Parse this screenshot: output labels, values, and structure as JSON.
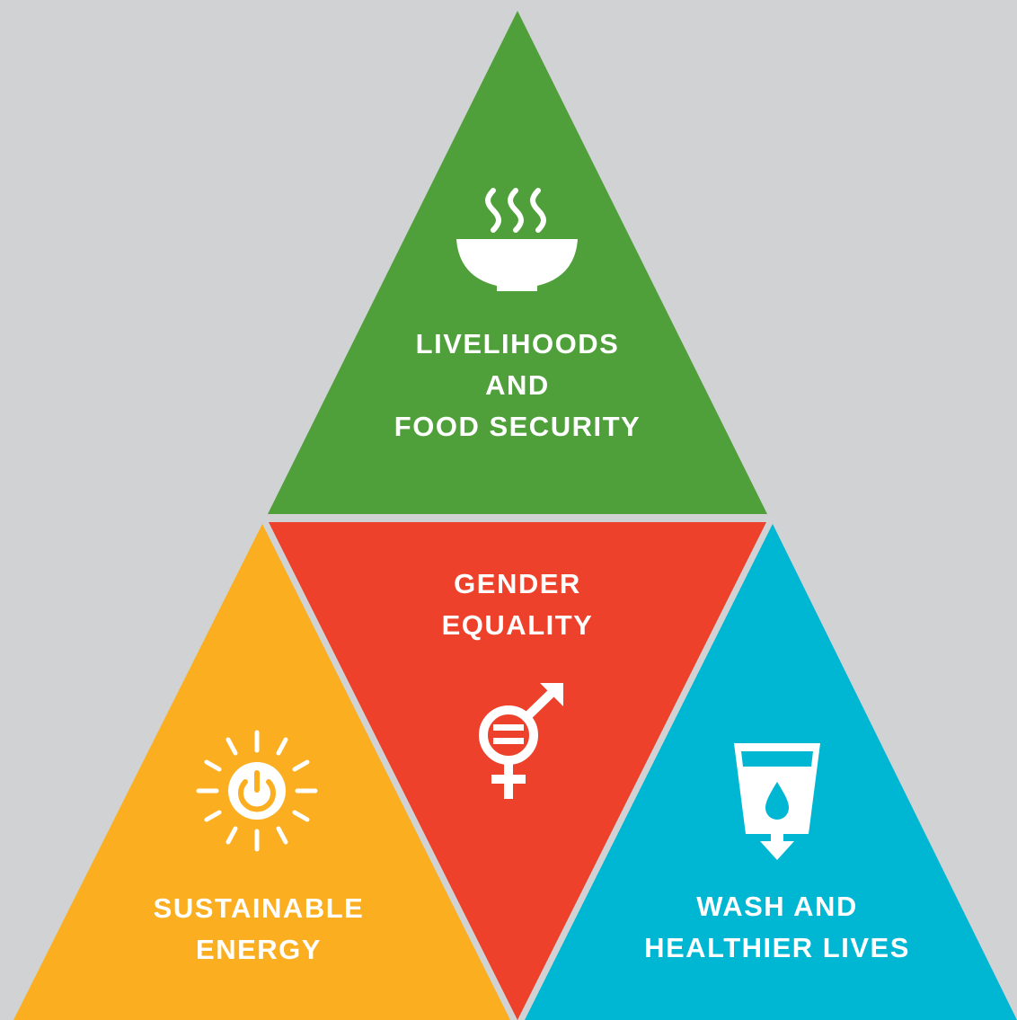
{
  "colors": {
    "background": "#d1d2d4",
    "livelihoods": "#4fa03a",
    "gender": "#ee412b",
    "energy": "#fbae1f",
    "wash": "#00b7d3",
    "text": "#ffffff"
  },
  "segments": {
    "top": {
      "lines": [
        "LIVELIHOODS",
        "AND",
        "FOOD SECURITY"
      ],
      "icon": "soup-bowl-icon"
    },
    "middle": {
      "lines": [
        "GENDER",
        "EQUALITY"
      ],
      "icon": "gender-equality-icon"
    },
    "left": {
      "lines": [
        "SUSTAINABLE",
        "ENERGY"
      ],
      "icon": "sun-power-icon"
    },
    "right": {
      "lines": [
        "WASH AND",
        "HEALTHIER LIVES"
      ],
      "icon": "water-glass-icon"
    }
  }
}
